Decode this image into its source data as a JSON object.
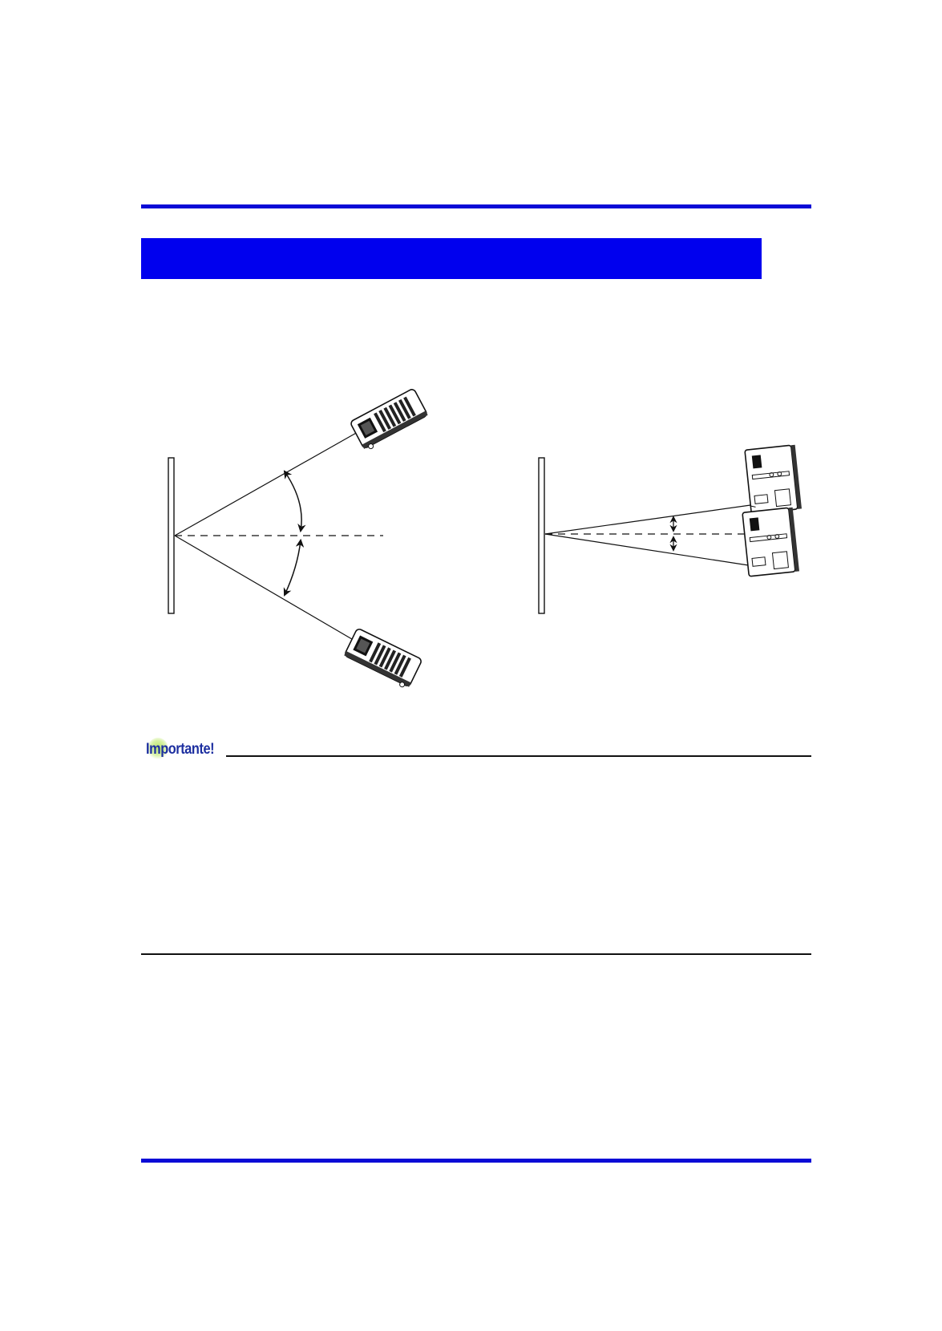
{
  "header": {
    "title": ""
  },
  "important": {
    "label": "Importante!"
  },
  "colors": {
    "accent_blue": "#0a0ad6",
    "title_bar_blue": "#0000ee",
    "important_text": "#1d2fa0"
  },
  "figures": [
    {
      "name": "horizontal-angle-figure",
      "icons": [
        "screen-icon",
        "projector-icon",
        "projector-icon",
        "angle-arrow-icon"
      ]
    },
    {
      "name": "vertical-angle-figure",
      "icons": [
        "screen-icon",
        "projector-icon",
        "projector-icon",
        "angle-arrow-icon"
      ]
    }
  ]
}
